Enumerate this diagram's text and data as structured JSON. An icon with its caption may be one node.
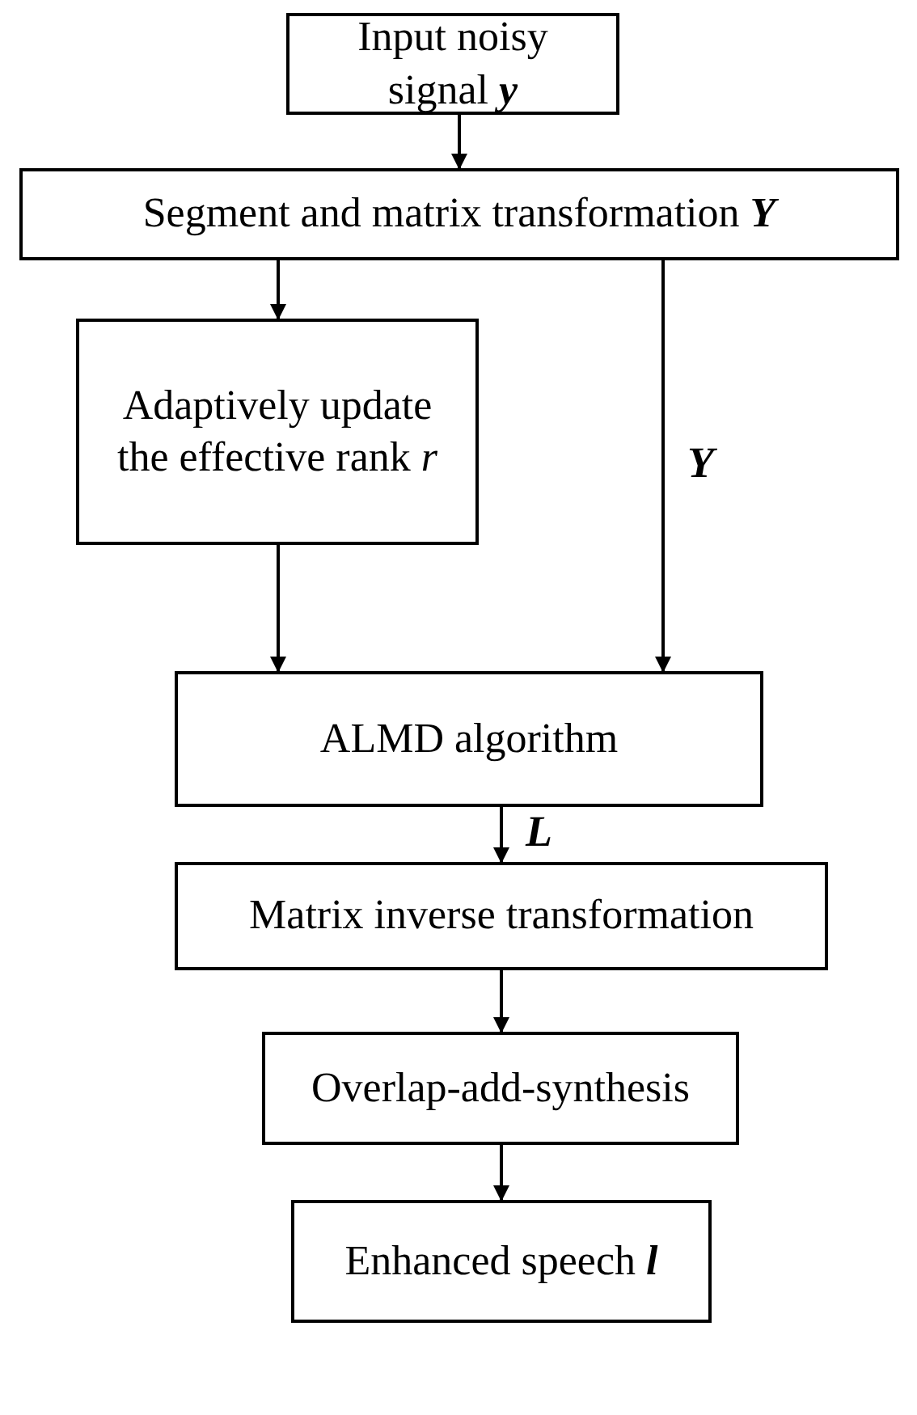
{
  "diagram": {
    "nodes": [
      {
        "text": [
          "Input noisy signal **y**"
        ]
      },
      {
        "text": [
          "Segment and matrix transformation **Y**"
        ]
      },
      {
        "text": [
          "Adaptively update the effective rank *r*"
        ]
      },
      {
        "text": [
          "ALMD algorithm"
        ]
      },
      {
        "text": [
          "Matrix inverse transformation"
        ]
      },
      {
        "text": [
          "Overlap-add-synthesis"
        ]
      },
      {
        "text": [
          "Enhanced speech **l**"
        ]
      }
    ],
    "edges": [
      {
        "from": 0,
        "to": 1,
        "arrow": "to"
      },
      {
        "from": 1,
        "to": 2,
        "arrow": "to"
      },
      {
        "from": 1,
        "to": 3,
        "arrow": "to",
        "label": "Y"
      },
      {
        "from": 2,
        "to": 3,
        "arrow": "to"
      },
      {
        "from": 3,
        "to": 4,
        "arrow": "to",
        "label": "L"
      },
      {
        "from": 4,
        "to": 5,
        "arrow": "to"
      },
      {
        "from": 5,
        "to": 6,
        "arrow": "to"
      }
    ]
  }
}
